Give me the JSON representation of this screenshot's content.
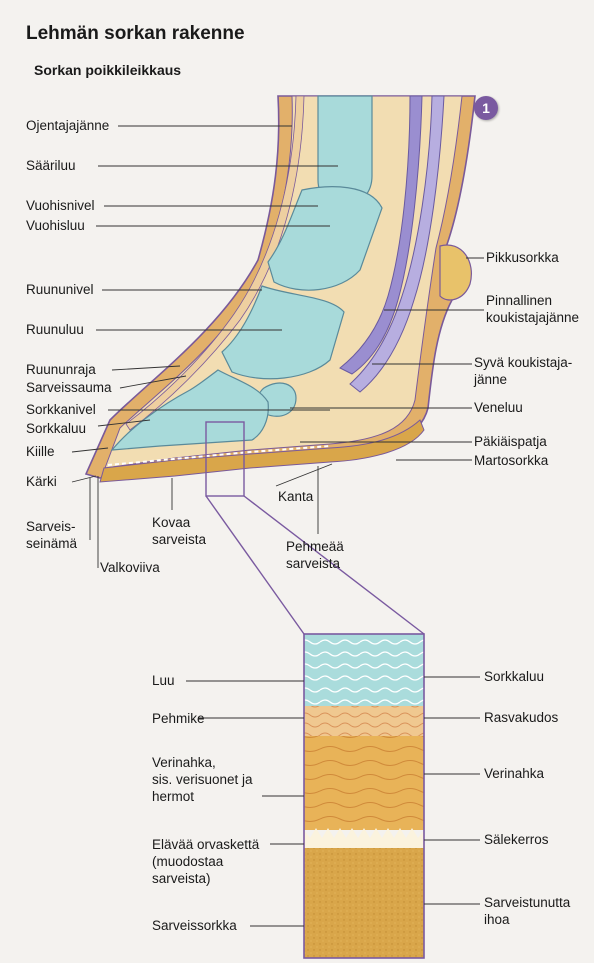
{
  "title": "Lehmän sorkan rakenne",
  "subtitle": "Sorkan poikkileikkaus",
  "badge": "1",
  "labels": {
    "ojentajajanne": "Ojentajajänne",
    "saariluu": "Sääriluu",
    "vuohisnivel": "Vuohisnivel",
    "vuohisluu": "Vuohisluu",
    "ruununivel": "Ruununivel",
    "ruunuluu": "Ruunuluu",
    "ruununraja": "Ruununraja",
    "sarveissauma": "Sarveissauma",
    "sorkkanivel": "Sorkkanivel",
    "sorkkaluu": "Sorkkaluu",
    "kiille": "Kiille",
    "karki": "Kärki",
    "sarveisseinama": "Sarveis-\nseinämä",
    "kovaa_sarveista": "Kovaa\nsarveista",
    "valkoviiva": "Valkoviiva",
    "kanta": "Kanta",
    "pehmeaa_sarveista": "Pehmeää\nsarveista",
    "pikkusorkka": "Pikkusorkka",
    "pinnallinen": "Pinnallinen\nkoukistajajänne",
    "syva": "Syvä koukistaja-\njänne",
    "veneluu": "Veneluu",
    "pakiaispatja": "Päkiäispatja",
    "martosorkka": "Martosorkka"
  },
  "detail": {
    "left": {
      "luu": "Luu",
      "pehmike": "Pehmike",
      "verinahka": "Verinahka,\nsis. verisuonet ja\nhermot",
      "elavaa": "Elävää orvaskettä\n(muodostaa\nsarveista)",
      "sarveissorkka": "Sarveissorkka"
    },
    "right": {
      "sorkkaluu": "Sorkkaluu",
      "rasvakudos": "Rasvakudos",
      "verinahka": "Verinahka",
      "salekerros": "Sälekerros",
      "sarveistunutta": "Sarveistunutta\nihoa"
    }
  },
  "colors": {
    "bone": "#a8dada",
    "horn": "#e3b870",
    "soft_tissue": "#f0d9a8",
    "outline": "#7a5a9a",
    "tendon": "#9a8ed0",
    "accent": "#7a5aa0"
  }
}
